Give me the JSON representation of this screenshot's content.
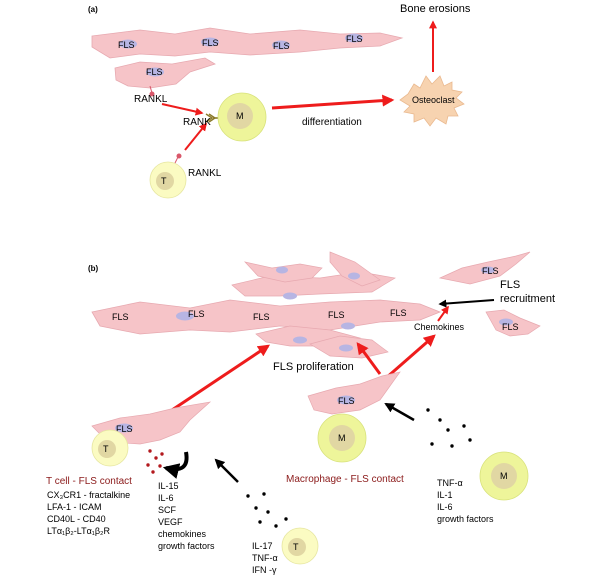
{
  "panel_a": {
    "label": "(a)",
    "fls": "FLS",
    "rankl_fls": "RANKL",
    "rankl_t": "RANKL",
    "rank": "RANK",
    "macrophage": "M",
    "t_cell": "T",
    "differentiation": "differentiation",
    "osteoclast": "Osteoclast",
    "bone_erosions": "Bone erosions"
  },
  "panel_b": {
    "label": "(b)",
    "fls": "FLS",
    "fls_recruitment_1": "FLS",
    "fls_recruitment_2": "recruitment",
    "chemokines": "Chemokines",
    "fls_proliferation": "FLS proliferation",
    "t_cell": "T",
    "macrophage": "M",
    "t_contact_title": "T cell - FLS contact",
    "t_contact_lines": [
      "CX₃CR1 - fractalkine",
      "LFA-1 - ICAM",
      "CD40L - CD40",
      "LTα₁β₂-LTα₁β₂R"
    ],
    "fls_factors": [
      "IL-15",
      "IL-6",
      "SCF",
      "VEGF",
      "chemokines",
      "growth factors"
    ],
    "t_factors": [
      "IL-17",
      "TNF-α",
      "IFN -γ"
    ],
    "macrophage_contact_title": "Macrophage - FLS contact",
    "m_factors": [
      "TNF-α",
      "IL-1",
      "IL-6",
      "growth factors"
    ]
  },
  "colors": {
    "fls_fill": "#f6c4c8",
    "fls_nucleus": "#b7b5e3",
    "cell_outer": "#eef59a",
    "cell_inner": "#e1d7a3",
    "tcell_outer": "#fbfbc2",
    "osteoclast": "#f7d3b0",
    "red_arrow": "#ee1c1c",
    "contact_text": "#8b1a1a"
  }
}
